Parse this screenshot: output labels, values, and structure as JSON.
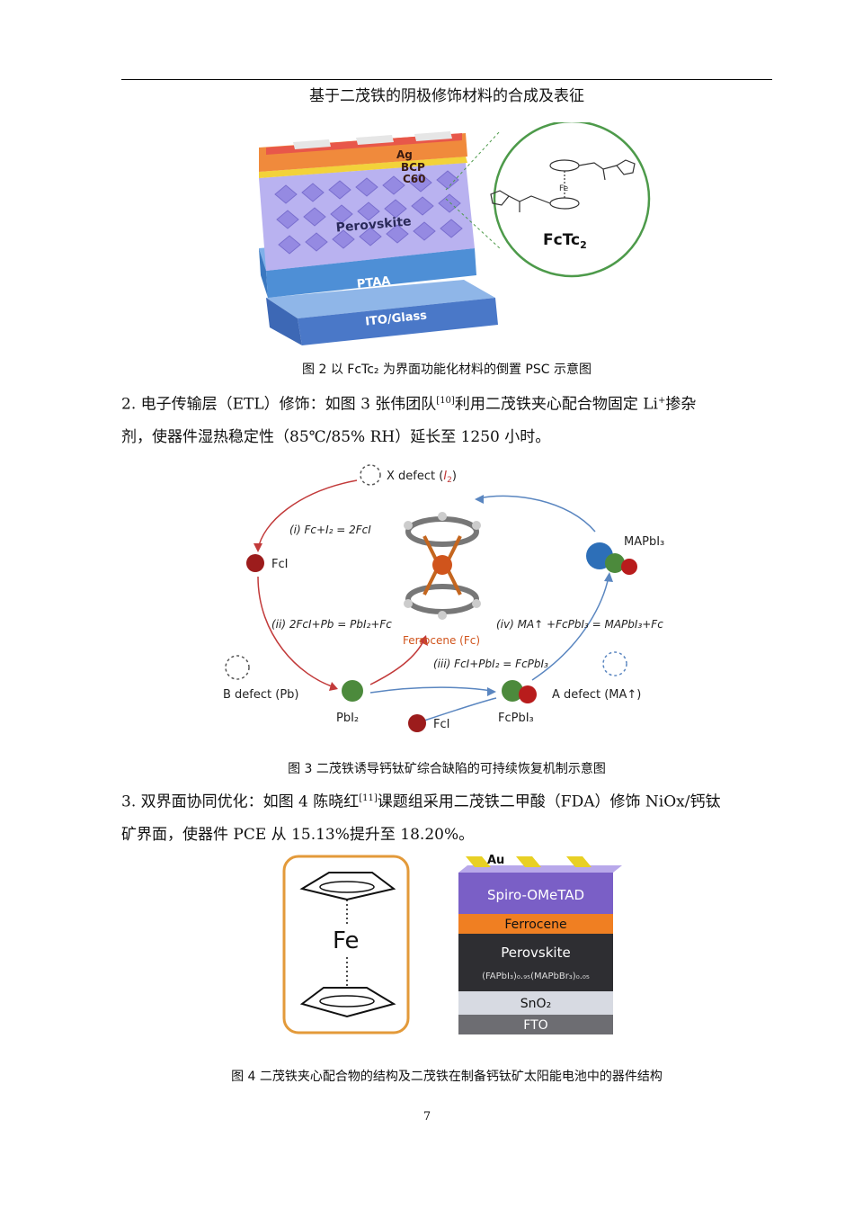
{
  "header": {
    "title": "基于二茂铁的阴极修饰材料的合成及表征"
  },
  "figure2": {
    "layers": [
      "Ag",
      "BCP",
      "C60",
      "Perovskite",
      "PTAA",
      "ITO/Glass"
    ],
    "molecule_label": "FcTc",
    "molecule_sub": "2",
    "fe_label": "Fe",
    "caption": "图 2 以 FcTc₂ 为界面功能化材料的倒置 PSC 示意图"
  },
  "para1": {
    "line1_a": "2. 电子传输层（ETL）修饰：如图 3 张伟团队",
    "ref": "[10]",
    "line1_b": "利用二茂铁夹心配合物固定 Li",
    "sup": "+",
    "line1_c": "掺杂",
    "line2": "剂，使器件湿热稳定性（85℃/85% RH）延长至 1250 小时。"
  },
  "figure3": {
    "x_defect": "X defect (",
    "x_defect_i": "I",
    "x_defect_sub": "2",
    "x_defect_end": ")",
    "reaction_i": "(i) Fc+I₂ = 2FcI",
    "fcl": "FcI",
    "reaction_ii": "(ii) 2FcI+Pb = PbI₂+Fc",
    "ferrocene": "Ferrocene (Fc)",
    "reaction_iii": "(iii) FcI+PbI₂ = FcPbI₃",
    "reaction_iv": "(iv) MA↑ +FcPbI₃ = MAPbI₃+Fc",
    "b_defect": "B defect (Pb)",
    "a_defect": "A defect (MA↑)",
    "pbi2": "PbI₂",
    "fcl2": "FcI",
    "fcpbi3": "FcPbI₃",
    "mapbi3": "MAPbI₃",
    "caption": "图 3 二茂铁诱导钙钛矿综合缺陷的可持续恢复机制示意图"
  },
  "para2": {
    "line1_a": "3. 双界面协同优化：如图 4 陈晓红",
    "ref": "[11]",
    "line1_b": "课题组采用二茂铁二甲酸（FDA）修饰 NiOx/钙钛",
    "line2": "矿界面，使器件 PCE 从 15.13%提升至 18.20%。"
  },
  "figure4": {
    "fe_label": "Fe",
    "layers": [
      "Au",
      "Spiro-OMeTAD",
      "Ferrocene",
      "Perovskite",
      "(FAPbI₃)₀.₉₅(MAPbBr₃)₀.₀₅",
      "SnO₂",
      "FTO"
    ],
    "caption": "图 4 二茂铁夹心配合物的结构及二茂铁在制备钙钛矿太阳能电池中的器件结构"
  },
  "page_number": "7",
  "colors": {
    "ag_red": "#e8574a",
    "bcp_orange": "#f08a3c",
    "c60_yellow": "#f2d23a",
    "perovskite_purple": "#8f84e0",
    "ptaa_blue": "#4e8fd6",
    "ito_blue": "#4a78c8",
    "circle_green": "#4d9a4a",
    "arrow_red": "#c23a3a",
    "arrow_blue": "#5a86c0",
    "orange_frame": "#e39a3a",
    "spiro_purple": "#7a5fc6",
    "ferrocene_orange": "#f07f22",
    "perovskite_dark": "#2e2e32",
    "sno2_light": "#d7dae2",
    "fto_gray": "#6d6d72",
    "au_yellow": "#e8d024"
  }
}
